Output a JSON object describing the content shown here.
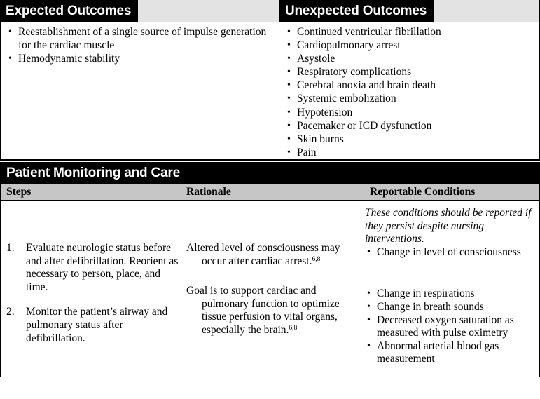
{
  "outcomes": {
    "expected": {
      "title": "Expected Outcomes",
      "items": [
        "Reestablishment of a single source of impulse generation for the cardiac muscle",
        "Hemodynamic stability"
      ]
    },
    "unexpected": {
      "title": "Unexpected Outcomes",
      "items": [
        "Continued ventricular fibrillation",
        "Cardiopulmonary arrest",
        "Asystole",
        "Respiratory complications",
        "Cerebral anoxia and brain death",
        "Systemic embolization",
        "Hypotension",
        "Pacemaker or ICD dysfunction",
        "Skin burns",
        "Pain"
      ]
    }
  },
  "monitoring": {
    "title": "Patient Monitoring and Care",
    "columns": {
      "steps": "Steps",
      "rationale": "Rationale",
      "reportable": "Reportable Conditions"
    },
    "reportable_intro": "These conditions should be reported if they persist despite nursing interventions.",
    "rows": [
      {
        "number": "1.",
        "step": "Evaluate neurologic status before and after defibrillation. Reorient as necessary to person, place, and time.",
        "rationale_text": "Altered level of consciousness may occur after cardiac arrest.",
        "rationale_ref": "6,8",
        "reportable": [
          "Change in level of consciousness"
        ]
      },
      {
        "number": "2.",
        "step": "Monitor the patient’s airway and pulmonary status after defibrillation.",
        "rationale_text": "Goal is to support cardiac and pulmonary function to optimize tissue perfusion to vital organs, especially the brain.",
        "rationale_ref": "6,8",
        "reportable": [
          "Change in respirations",
          "Change in breath sounds",
          "Decreased oxygen saturation as measured with pulse oximetry",
          "Abnormal arterial blood gas measurement"
        ]
      }
    ]
  },
  "colors": {
    "banner_bg": "#000000",
    "banner_text": "#ffffff",
    "banner_strip": "#e3e3e3",
    "column_header_bg": "#c6c6c6",
    "page_bg": "#ffffff",
    "rule": "#000000"
  }
}
